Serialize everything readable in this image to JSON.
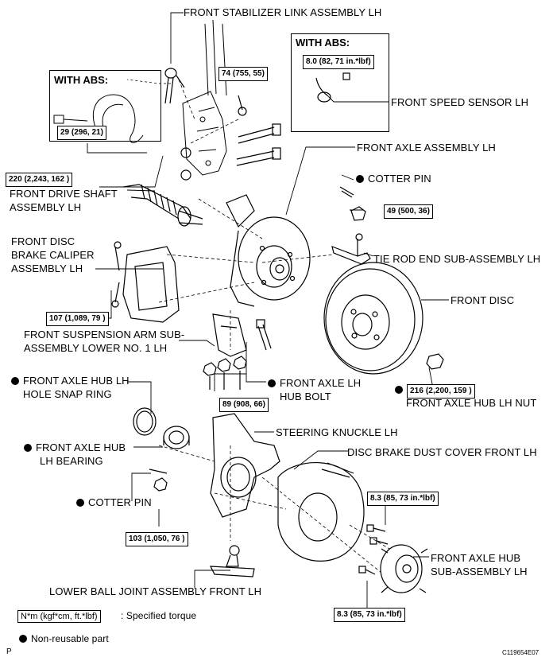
{
  "labels": {
    "stabilizer_link": "FRONT STABILIZER LINK ASSEMBLY LH",
    "speed_sensor": "FRONT SPEED SENSOR LH",
    "axle_assembly": "FRONT AXLE ASSEMBLY LH",
    "drive_shaft_1": "FRONT DRIVE SHAFT",
    "drive_shaft_2": "ASSEMBLY LH",
    "cotter_pin_top": "COTTER PIN",
    "tie_rod_end": "TIE ROD END SUB-ASSEMBLY LH",
    "caliper_1": "FRONT DISC",
    "caliper_2": "BRAKE CALIPER",
    "caliper_3": "ASSEMBLY LH",
    "front_disc": "FRONT DISC",
    "susp_arm_1": "FRONT SUSPENSION ARM SUB-",
    "susp_arm_2": "ASSEMBLY LOWER NO. 1 LH",
    "snap_ring_1": "FRONT AXLE HUB LH",
    "snap_ring_2": "HOLE SNAP RING",
    "hub_bolt_1": "FRONT AXLE LH",
    "hub_bolt_2": "HUB BOLT",
    "hub_nut": "FRONT AXLE HUB LH NUT",
    "bearing_1": "FRONT AXLE HUB",
    "bearing_2": "LH BEARING",
    "steering_knuckle": "STEERING KNUCKLE LH",
    "dust_cover": "DISC BRAKE DUST COVER FRONT LH",
    "cotter_pin_bottom": "COTTER PIN",
    "hub_sub_1": "FRONT AXLE HUB",
    "hub_sub_2": "SUB-ASSEMBLY LH",
    "ball_joint": "LOWER BALL JOINT ASSEMBLY FRONT LH"
  },
  "abs_boxes": {
    "left_title": "WITH ABS:",
    "right_title": "WITH ABS:"
  },
  "torques": {
    "t74": "74 (755, 55)",
    "t8_0": "8.0 (82, 71 in.*lbf)",
    "t29": "29 (296, 21)",
    "t220": "220 (2,243, 162 )",
    "t49": "49 (500, 36)",
    "t107": "107 (1,089, 79 )",
    "t89": "89 (908, 66)",
    "t216": "216 (2,200, 159 )",
    "t8_3a": "8.3 (85, 73 in.*lbf)",
    "t103": "103 (1,050, 76 )",
    "t8_3b": "8.3 (85, 73 in.*lbf)"
  },
  "legend": {
    "torque_unit": "N*m (kgf*cm, ft.*lbf)",
    "torque_text": ": Specified torque",
    "nonreusable_text": "Non-reusable part"
  },
  "footer": {
    "page_letter": "P",
    "figure_code": "C119654E07"
  }
}
